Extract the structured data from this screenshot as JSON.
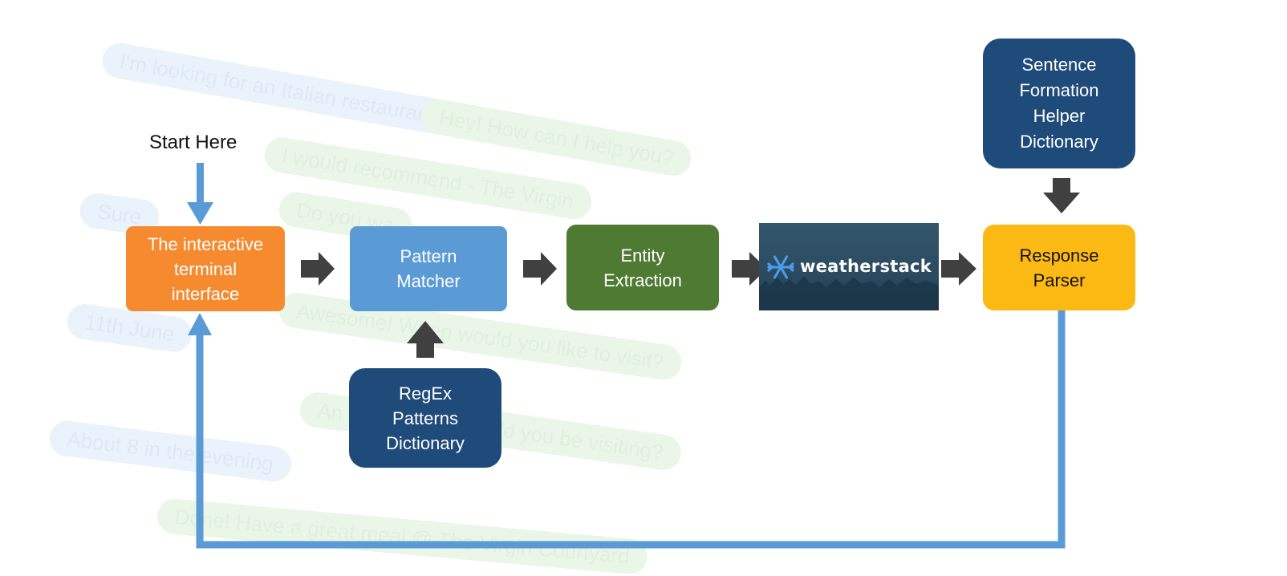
{
  "background_chat": [
    {
      "text": "I'm looking for an Italian restaurant",
      "tone": "blue"
    },
    {
      "text": "Hey! How can I help you?",
      "tone": "green"
    },
    {
      "text": "I would recommend - The Virgin",
      "tone": "green"
    },
    {
      "text": "Do you wa",
      "tone": "green"
    },
    {
      "text": "Sure",
      "tone": "blue"
    },
    {
      "text": "Awesome! When would you like to visit?",
      "tone": "green"
    },
    {
      "text": "11th June",
      "tone": "blue"
    },
    {
      "text": "An",
      "tone": "green"
    },
    {
      "text": "ld you be visiting?",
      "tone": "green"
    },
    {
      "text": "About 8 in the evening",
      "tone": "blue"
    },
    {
      "text": "Done! Have a great meal @ The Virgin Courtyard",
      "tone": "green"
    }
  ],
  "start_label": "Start Here",
  "nodes": {
    "terminal": {
      "label": "The interactive\nterminal\ninterface",
      "color": "#f58a2f"
    },
    "pattern": {
      "label": "Pattern\nMatcher",
      "color": "#5b9bd5"
    },
    "regex": {
      "label": "RegEx\nPatterns\nDictionary",
      "color": "#1e4b7a"
    },
    "entity": {
      "label": "Entity\nExtraction",
      "color": "#4f7a32"
    },
    "weather": {
      "label": "weatherstack",
      "color": "#2d4d63"
    },
    "sentence": {
      "label": "Sentence\nFormation\nHelper\nDictionary",
      "color": "#1e4b7a"
    },
    "response": {
      "label": "Response\nParser",
      "color": "#fdb913",
      "text_color": "#111111"
    }
  },
  "colors": {
    "arrow_dark": "#404040",
    "arrow_blue": "#5b9bd5"
  }
}
